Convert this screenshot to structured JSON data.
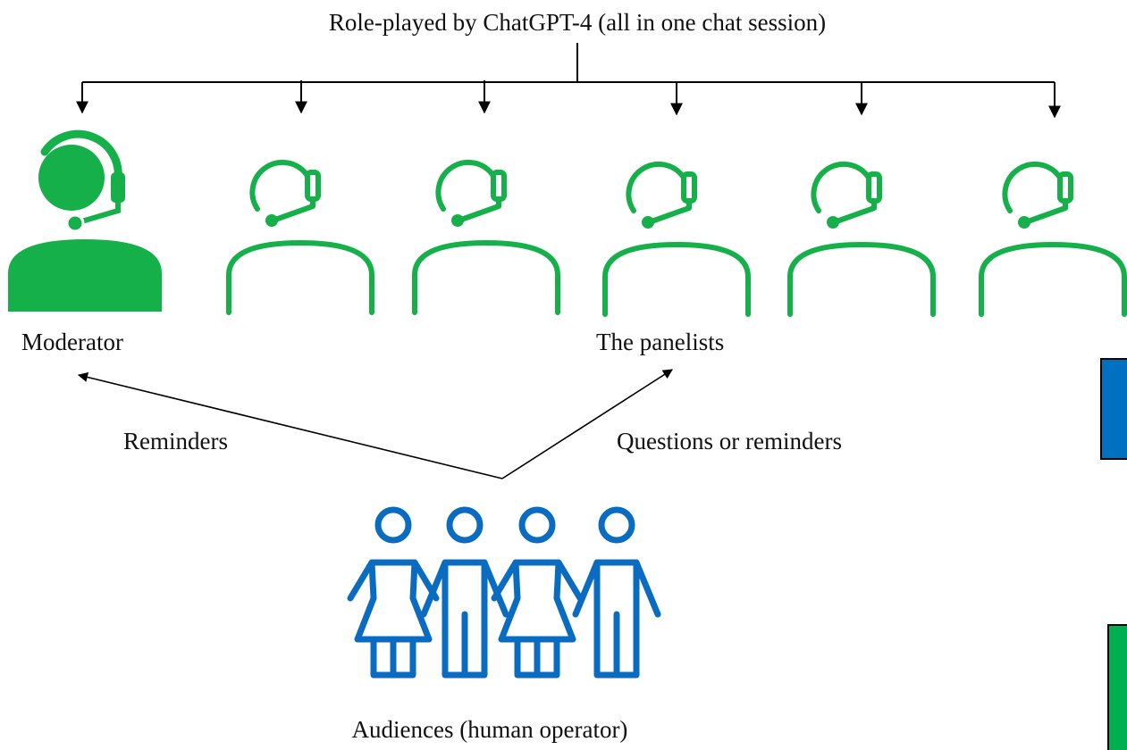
{
  "diagram": {
    "title": "Role-played by ChatGPT-4 (all in one chat session)",
    "moderator_label": "Moderator",
    "panelists_label": "The panelists",
    "reminders_label": "Reminders",
    "questions_label": "Questions or reminders",
    "audiences_label": "Audiences (human operator)"
  },
  "colors": {
    "agent_green": "#16b04a",
    "audience_blue": "#0a6cc1",
    "legend_blue": "#0070c0",
    "legend_green": "#00b050",
    "line": "#000000"
  },
  "icons": {
    "moderator": "headset-person-filled-icon",
    "panelist": "headset-person-outline-icon",
    "audience": "group-of-people-icon"
  }
}
